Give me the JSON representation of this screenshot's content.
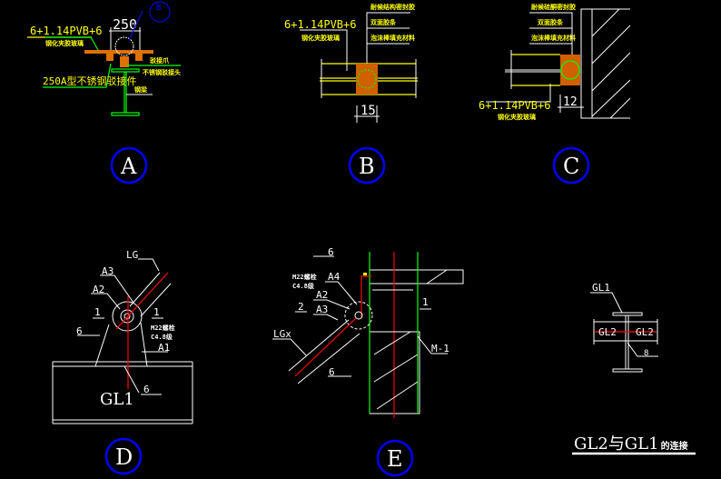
{
  "detail_A": {
    "glass_spec": "6+1.14PVB+6",
    "glass_note": "钢化夹胶玻璃",
    "dimension": "250",
    "fitting_note": "250A型不锈钢驳接件",
    "right_note_1": "驳接爪",
    "right_note_2": "不锈钢驳接头",
    "beam_note": "钢梁",
    "ref_mark": "B",
    "label": "A"
  },
  "detail_B": {
    "glass_spec": "6+1.14PVB+6",
    "glass_note": "钢化夹胶玻璃",
    "note_1": "耐候结构密封胶",
    "note_2": "双面胶条",
    "note_3": "泡沫棒填充材料",
    "dimension": "15",
    "label": "B"
  },
  "detail_C": {
    "note_1": "耐候硅酮密封胶",
    "note_2": "双面胶条",
    "note_3": "泡沫棒填充材料",
    "glass_spec": "6+1.14PVB+6",
    "glass_note": "钢化夹胶玻璃",
    "dimension": "12",
    "label": "C"
  },
  "detail_D": {
    "lg": "LG",
    "a3": "A3",
    "a2": "A2",
    "a1": "A1",
    "sec_left": "1",
    "sec_right": "1",
    "weld_1": "6",
    "weld_2": "6",
    "bolt": "M22螺栓",
    "grade": "C4.8级",
    "beam": "GL1",
    "label": "D"
  },
  "detail_E": {
    "weld_top": "6",
    "bolt": "M22螺栓",
    "grade": "C4.8级",
    "a4": "A4",
    "a2": "A2",
    "a3": "A3",
    "sec_left": "2",
    "sec_right": "1",
    "lgx": "LGx",
    "weld_bottom": "6",
    "plate": "M-1",
    "label": "E"
  },
  "detail_F": {
    "gl1": "GL1",
    "gl2_left": "GL2",
    "gl2_right": "GL2",
    "weld": "8",
    "title_main": "GL2与GL1",
    "title_suffix": "的连接"
  }
}
